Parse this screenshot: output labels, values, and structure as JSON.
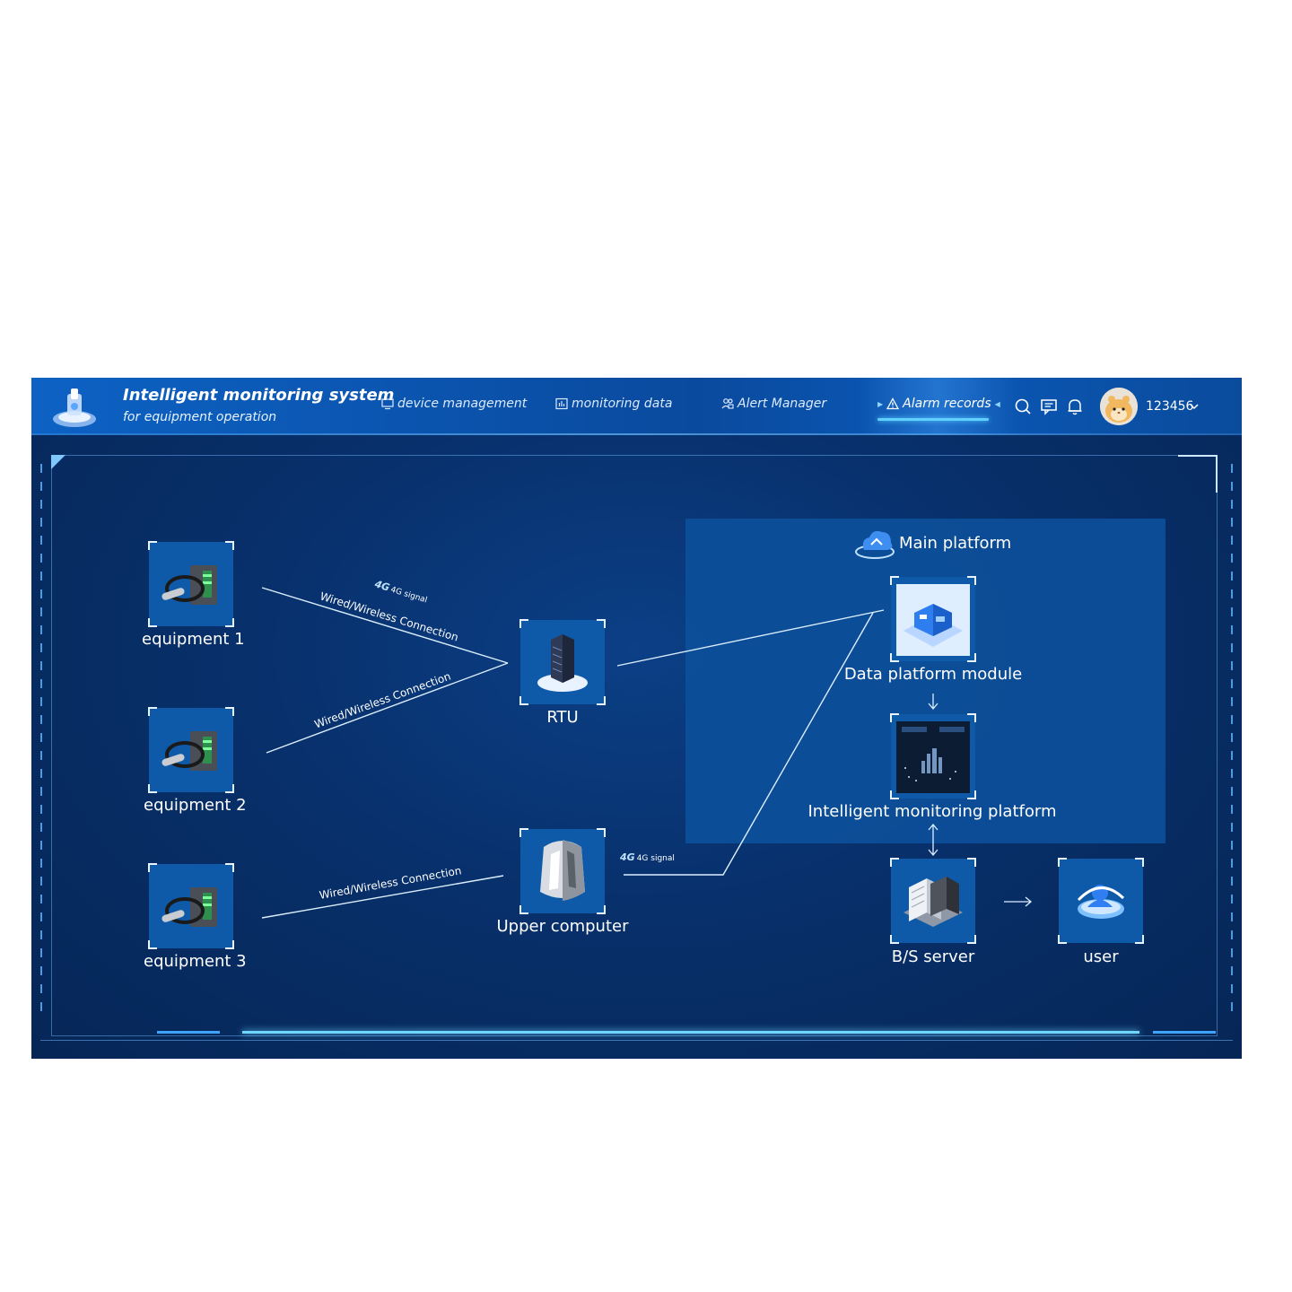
{
  "header": {
    "title": "Intelligent monitoring system",
    "subtitle": "for equipment operation",
    "nav": [
      {
        "label": "device management",
        "icon": "monitor-icon"
      },
      {
        "label": "monitoring data",
        "icon": "bar-chart-icon"
      },
      {
        "label": "Alert Manager",
        "icon": "users-icon"
      },
      {
        "label": "Alarm records",
        "icon": "warning-icon",
        "active": true
      }
    ],
    "username": "123456"
  },
  "diagram": {
    "equipment": [
      "equipment 1",
      "equipment 2",
      "equipment 3"
    ],
    "rtu": "RTU",
    "upper_computer": "Upper computer",
    "connection_label": "Wired/Wireless Connection",
    "signal_badge": "4G",
    "signal_label": "4G signal",
    "platform_title": "Main platform",
    "data_module": "Data platform module",
    "monitoring_platform": "Intelligent monitoring platform",
    "bs_server": "B/S server",
    "user": "user"
  },
  "colors": {
    "accent": "#5fd0ff",
    "header": "#0b55b0",
    "background": "#08306b",
    "panel": "#0d4f9a"
  }
}
